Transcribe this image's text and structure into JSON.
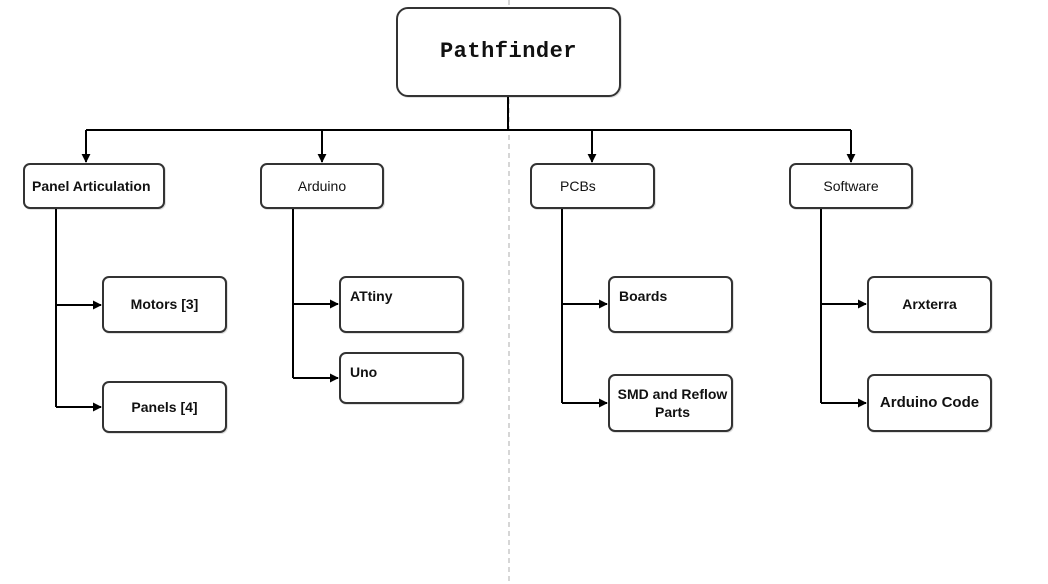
{
  "diagram": {
    "root": {
      "label": "Pathfinder"
    },
    "categories": [
      {
        "label": "Panel Articulation",
        "children": [
          {
            "label": "Motors [3]"
          },
          {
            "label": "Panels [4]"
          }
        ]
      },
      {
        "label": "Arduino",
        "children": [
          {
            "label": "ATtiny"
          },
          {
            "label": "Uno"
          }
        ]
      },
      {
        "label": "PCBs",
        "children": [
          {
            "label": "Boards"
          },
          {
            "label": "SMD and Reflow Parts"
          }
        ]
      },
      {
        "label": "Software",
        "children": [
          {
            "label": "Arxterra"
          },
          {
            "label": "Arduino Code"
          }
        ]
      }
    ],
    "colors": {
      "line": "#000000",
      "box_border": "#333333",
      "divider": "#c8c8c8",
      "background": "#ffffff"
    }
  }
}
